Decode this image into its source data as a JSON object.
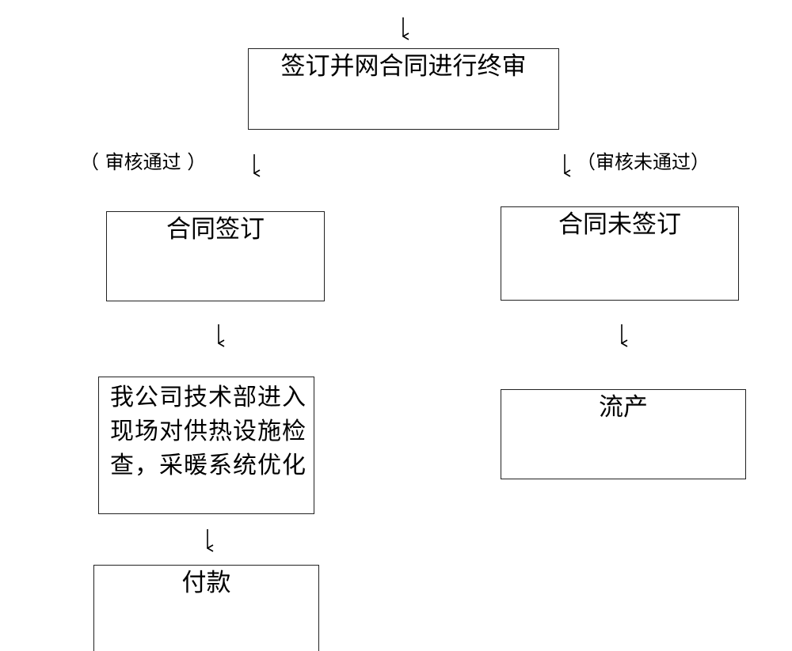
{
  "nodes": {
    "final_review": "签订并网合同进行终审",
    "contract_signed": "合同签订",
    "contract_not_signed": "合同未签订",
    "site_inspection": "我公司技术部进入现场对供热设施检查，采暖系统优化",
    "payment": "付款",
    "deal_lost": "流产"
  },
  "edge_labels": {
    "approved": "（ 审核通过 ）",
    "rejected": "（审核未通过）"
  }
}
